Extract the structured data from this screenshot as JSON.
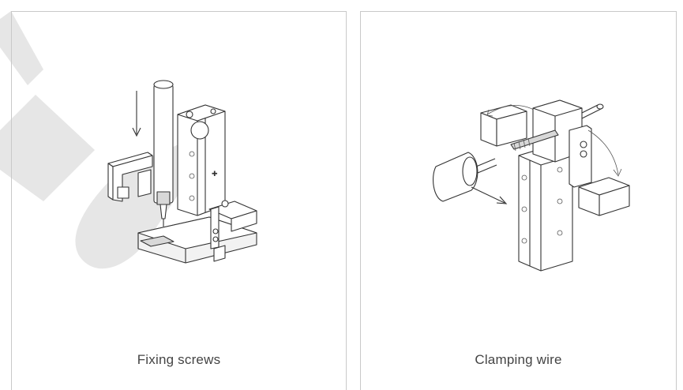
{
  "panels": [
    {
      "caption": "Fixing screws",
      "illustration": "screw-fixing-gripper"
    },
    {
      "caption": "Clamping wire",
      "illustration": "wire-clamping-gripper"
    }
  ],
  "colors": {
    "border": "#c9c9c9",
    "caption": "#444444",
    "watermark": "#e6e6e6",
    "line": "#333333"
  }
}
